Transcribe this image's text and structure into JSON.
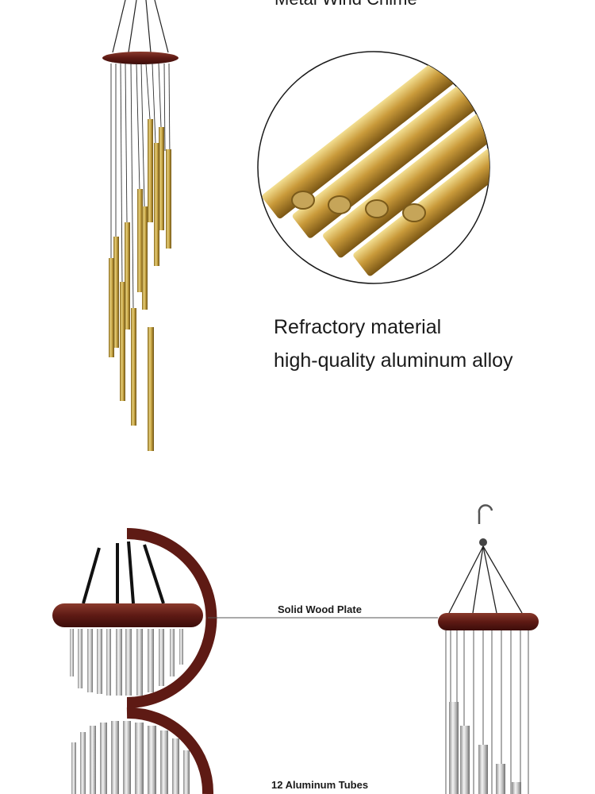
{
  "header": {
    "title": "Metal Wind Chime"
  },
  "features": {
    "line1": "Refractory material",
    "line2": "high-quality aluminum alloy"
  },
  "parts": {
    "plate_label": "Solid Wood  Plate",
    "tubes_label": "12 Aluminum Tubes"
  },
  "colors": {
    "wood": "#5e1a14",
    "gold": "#c8a63f",
    "silver": "#cfcfcf",
    "string": "#222222"
  }
}
